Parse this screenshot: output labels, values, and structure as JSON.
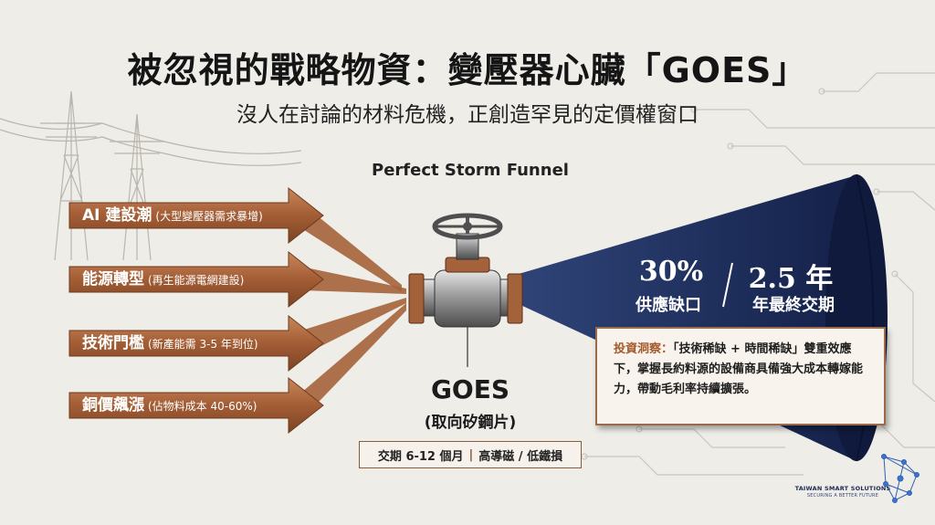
{
  "title": "被忽視的戰略物資：變壓器心臟「GOES」",
  "subtitle": "沒人在討論的材料危機，正創造罕見的定價權窗口",
  "funnel_label": "Perfect Storm Funnel",
  "drivers": [
    {
      "main": "AI 建設潮",
      "sub": "(大型變壓器需求暴增)"
    },
    {
      "main": "能源轉型",
      "sub": "(再生能源電網建設)"
    },
    {
      "main": "技術門檻",
      "sub": "(新產能需 3-5 年到位)"
    },
    {
      "main": "銅價飆漲",
      "sub": "(佔物料成本 40-60%)"
    }
  ],
  "center": {
    "name": "GOES",
    "subname": "(取向矽鋼片)",
    "spec_left": "交期 6-12 個月",
    "spec_divider": "|",
    "spec_right": "高導磁 / 低鐵損"
  },
  "stats": [
    {
      "value": "30%",
      "label": "供應缺口"
    },
    {
      "value": "2.5 年",
      "label": "年最終交期"
    }
  ],
  "insight": {
    "key": "投資洞察：",
    "text": "「技術稀缺 + 時間稀缺」雙重效應下，掌握長約料源的設備商具備強大成本轉嫁能力，帶動毛利率持續擴張。"
  },
  "brand": {
    "name": "TAIWAN SMART SOLUTIONS",
    "tagline": "SECURING A BETTER FUTURE"
  },
  "colors": {
    "background": "#efede8",
    "arrow_copper": "#a4623a",
    "funnel_navy": "#1d2c55",
    "accent": "#a35a2c"
  }
}
